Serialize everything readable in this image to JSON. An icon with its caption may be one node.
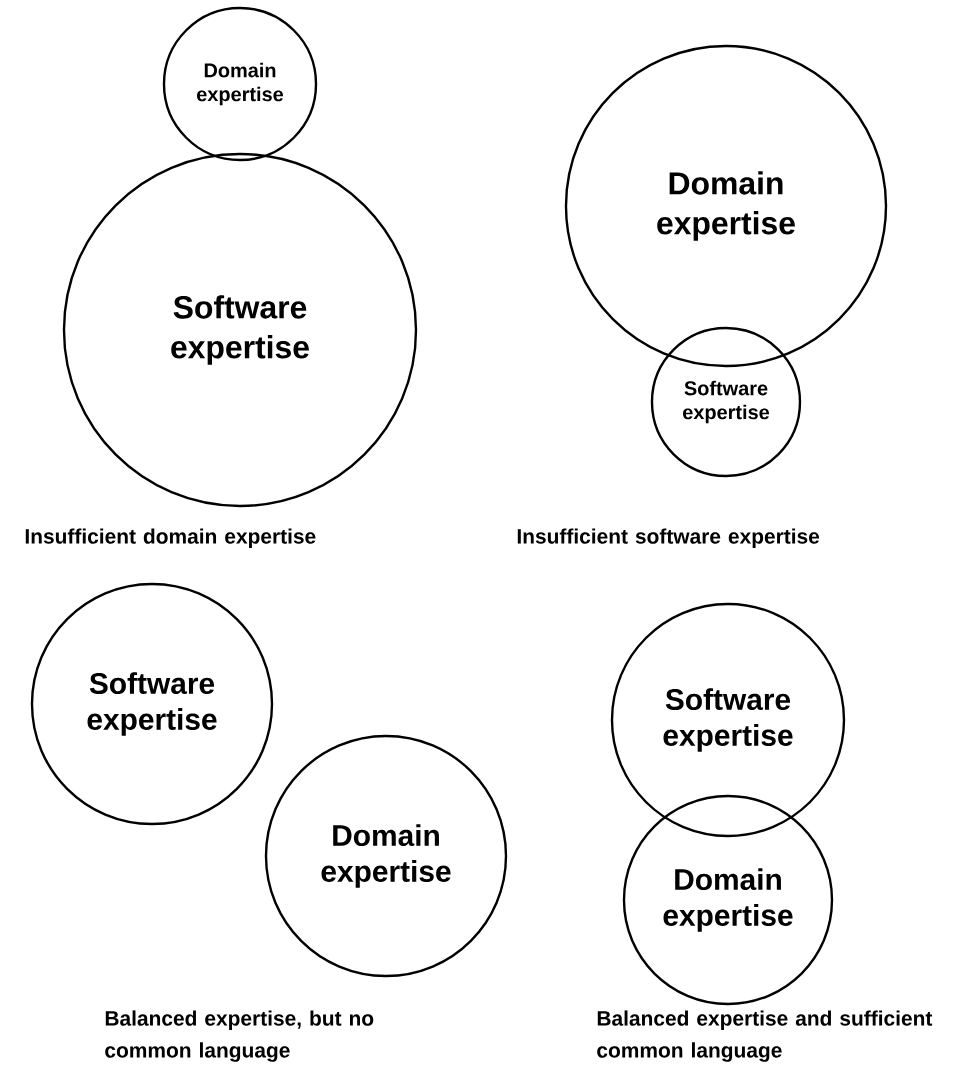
{
  "diagram": {
    "nodes": [
      {
        "text": [
          "Domain expertise"
        ]
      },
      {
        "text": [
          "Software expertise"
        ]
      },
      {
        "text": [
          "Domain expertise"
        ]
      },
      {
        "text": [
          "Software expertise"
        ]
      },
      {
        "text": [
          "Software expertise"
        ]
      },
      {
        "text": [
          "Domain expertise"
        ]
      },
      {
        "text": [
          "Software expertise"
        ]
      },
      {
        "text": [
          "Domain expertise"
        ]
      }
    ],
    "labels": [
      "Insufficient domain expertise",
      "Insufficient software expertise",
      "Balanced expertise, but no common language",
      "Balanced expertise and sufficient common language"
    ]
  }
}
